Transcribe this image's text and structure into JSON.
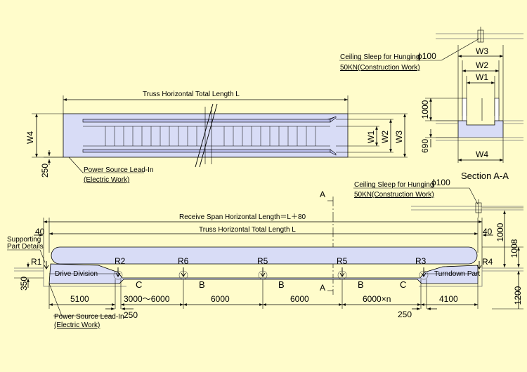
{
  "labels": {
    "ceiling_top_1": "Ceiling Sleep for  Hunging",
    "ceiling_top_1_dia": "ϕ100",
    "ceiling_top_2": "50KN(Construction Work)",
    "ceiling_mid_1": "Ceiling Sleep for  Hunging",
    "ceiling_mid_1_dia": "ϕ100",
    "ceiling_mid_2": "50KN(Construction Work)",
    "truss_total_top": "Truss Horizontal Total Length   L",
    "truss_total_bottom": "Truss Horizontal Total Length   L",
    "receive_span": "Receive Span Horizontal Length＝L＋80",
    "power_top_1": "Power Source Lead-In",
    "power_top_2": "(Electric Work)",
    "power_bottom_1": "Power Source Lead-In",
    "power_bottom_2": "(Electric Work)",
    "supporting_1": "Supporting",
    "supporting_2": "Part Details",
    "drive_division": "Drive Division",
    "turndown_part": "Turndown Part",
    "section_title": "Section A-A",
    "section_mark_top": "A",
    "section_mark_bottom": "A"
  },
  "dims": {
    "W1": "W1",
    "W2": "W2",
    "W3": "W3",
    "W4": "W4",
    "sec_W1": "W1",
    "sec_W2": "W2",
    "sec_W3": "W3",
    "sec_W4": "W4",
    "sec_1000": "1000",
    "sec_690": "690",
    "d250_top": "250",
    "d40_left": "40",
    "d40_right": "40",
    "d1000": "1000",
    "d1008": "1008",
    "d1200": "1200",
    "d350": "350",
    "d5100": "5100",
    "d3000_6000": "3000～6000",
    "d6000_a": "6000",
    "d6000_b": "6000",
    "d6000n": "6000×n",
    "d4100": "4100",
    "d250_b1": "250",
    "d250_b2": "250"
  },
  "supports": {
    "R1": "R1",
    "R2": "R2",
    "R6": "R6",
    "R5a": "R5",
    "R5b": "R5",
    "R3": "R3",
    "R4": "R4"
  },
  "spans": {
    "C1": "C",
    "B1": "B",
    "B2": "B",
    "B3": "B",
    "C2": "C"
  }
}
